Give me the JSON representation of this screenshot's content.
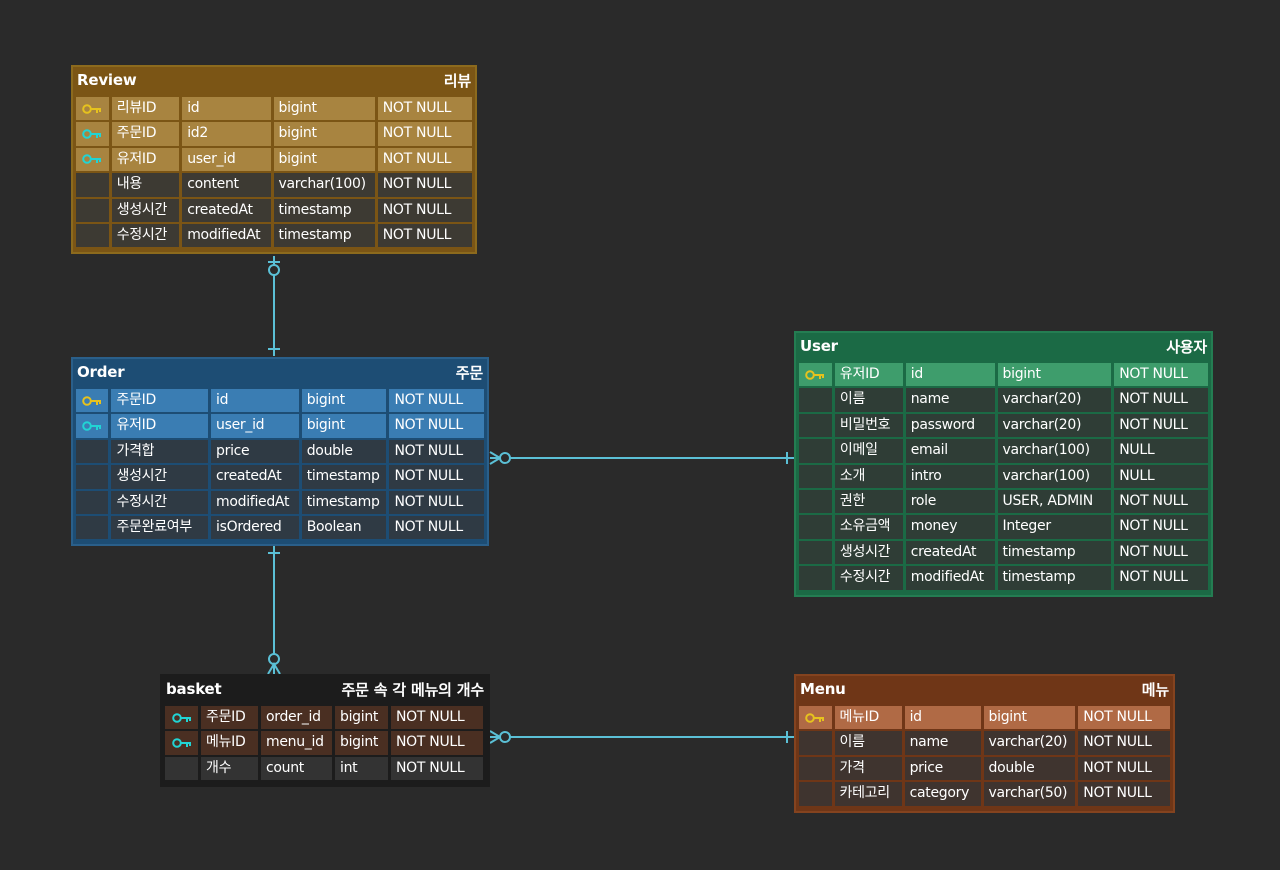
{
  "colors": {
    "background": "#2a2a2a",
    "edge": "#5bc0d6",
    "key_primary": "#e6c21e",
    "key_foreign": "#21d4d4"
  },
  "entities": {
    "review": {
      "name": "Review",
      "label": "리뷰",
      "theme": {
        "header": "#7b5515",
        "border": "#8c6a1d",
        "row": "#3d3a33",
        "pkrow": "#a88440"
      },
      "columns": [
        {
          "key": "primary",
          "logical": "리뷰ID",
          "physical": "id",
          "type": "bigint",
          "null": "NOT NULL"
        },
        {
          "key": "foreign",
          "logical": "주문ID",
          "physical": "id2",
          "type": "bigint",
          "null": "NOT NULL"
        },
        {
          "key": "foreign",
          "logical": "유저ID",
          "physical": "user_id",
          "type": "bigint",
          "null": "NOT NULL"
        },
        {
          "key": "",
          "logical": "내용",
          "physical": "content",
          "type": "varchar(100)",
          "null": "NOT NULL"
        },
        {
          "key": "",
          "logical": "생성시간",
          "physical": "createdAt",
          "type": "timestamp",
          "null": "NOT NULL"
        },
        {
          "key": "",
          "logical": "수정시간",
          "physical": "modifiedAt",
          "type": "timestamp",
          "null": "NOT NULL"
        }
      ]
    },
    "order": {
      "name": "Order",
      "label": "주문",
      "theme": {
        "header": "#1d4d74",
        "border": "#2a5f8a",
        "row": "#2f3a44",
        "pkrow": "#3a7db3"
      },
      "columns": [
        {
          "key": "primary",
          "logical": "주문ID",
          "physical": "id",
          "type": "bigint",
          "null": "NOT NULL"
        },
        {
          "key": "foreign",
          "logical": "유저ID",
          "physical": "user_id",
          "type": "bigint",
          "null": "NOT NULL"
        },
        {
          "key": "",
          "logical": "가격합",
          "physical": "price",
          "type": "double",
          "null": "NOT NULL"
        },
        {
          "key": "",
          "logical": "생성시간",
          "physical": "createdAt",
          "type": "timestamp",
          "null": "NOT NULL"
        },
        {
          "key": "",
          "logical": "수정시간",
          "physical": "modifiedAt",
          "type": "timestamp",
          "null": "NOT NULL"
        },
        {
          "key": "",
          "logical": "주문완료여부",
          "physical": "isOrdered",
          "type": "Boolean",
          "null": "NOT NULL"
        }
      ]
    },
    "user": {
      "name": "User",
      "label": "사용자",
      "theme": {
        "header": "#1b6a45",
        "border": "#247d52",
        "row": "#2f3d36",
        "pkrow": "#3e9d6c"
      },
      "columns": [
        {
          "key": "primary",
          "logical": "유저ID",
          "physical": "id",
          "type": "bigint",
          "null": "NOT NULL"
        },
        {
          "key": "",
          "logical": "이름",
          "physical": "name",
          "type": "varchar(20)",
          "null": "NOT NULL"
        },
        {
          "key": "",
          "logical": "비밀번호",
          "physical": "password",
          "type": "varchar(20)",
          "null": "NOT NULL"
        },
        {
          "key": "",
          "logical": "이메일",
          "physical": "email",
          "type": "varchar(100)",
          "null": "NULL"
        },
        {
          "key": "",
          "logical": "소개",
          "physical": "intro",
          "type": "varchar(100)",
          "null": "NULL"
        },
        {
          "key": "",
          "logical": "권한",
          "physical": "role",
          "type": "USER, ADMIN",
          "null": "NOT NULL"
        },
        {
          "key": "",
          "logical": "소유금액",
          "physical": "money",
          "type": "Integer",
          "null": "NOT NULL"
        },
        {
          "key": "",
          "logical": "생성시간",
          "physical": "createdAt",
          "type": "timestamp",
          "null": "NOT NULL"
        },
        {
          "key": "",
          "logical": "수정시간",
          "physical": "modifiedAt",
          "type": "timestamp",
          "null": "NOT NULL"
        }
      ]
    },
    "basket": {
      "name": "basket",
      "label": "주문 속 각 메뉴의 개수",
      "theme": {
        "header": "#1c1c1c",
        "border": "#1c1c1c",
        "row": "#333333",
        "pkrow": "#4a2f22"
      },
      "columns": [
        {
          "key": "foreign",
          "logical": "주문ID",
          "physical": "order_id",
          "type": "bigint",
          "null": "NOT NULL"
        },
        {
          "key": "foreign",
          "logical": "메뉴ID",
          "physical": "menu_id",
          "type": "bigint",
          "null": "NOT NULL"
        },
        {
          "key": "",
          "logical": "개수",
          "physical": "count",
          "type": "int",
          "null": "NOT NULL"
        }
      ]
    },
    "menu": {
      "name": "Menu",
      "label": "메뉴",
      "theme": {
        "header": "#6f3617",
        "border": "#84431f",
        "row": "#3f342f",
        "pkrow": "#b06a45"
      },
      "columns": [
        {
          "key": "primary",
          "logical": "메뉴ID",
          "physical": "id",
          "type": "bigint",
          "null": "NOT NULL"
        },
        {
          "key": "",
          "logical": "이름",
          "physical": "name",
          "type": "varchar(20)",
          "null": "NOT NULL"
        },
        {
          "key": "",
          "logical": "가격",
          "physical": "price",
          "type": "double",
          "null": "NOT NULL"
        },
        {
          "key": "",
          "logical": "카테고리",
          "physical": "category",
          "type": "varchar(50)",
          "null": "NOT NULL"
        }
      ]
    }
  },
  "relationships": [
    {
      "from": "order",
      "to": "review",
      "from_end": "one",
      "to_end": "zero-or-one"
    },
    {
      "from": "user",
      "to": "order",
      "from_end": "one",
      "to_end": "zero-or-many"
    },
    {
      "from": "order",
      "to": "basket",
      "from_end": "one",
      "to_end": "zero-or-many"
    },
    {
      "from": "menu",
      "to": "basket",
      "from_end": "one",
      "to_end": "zero-or-many"
    }
  ]
}
